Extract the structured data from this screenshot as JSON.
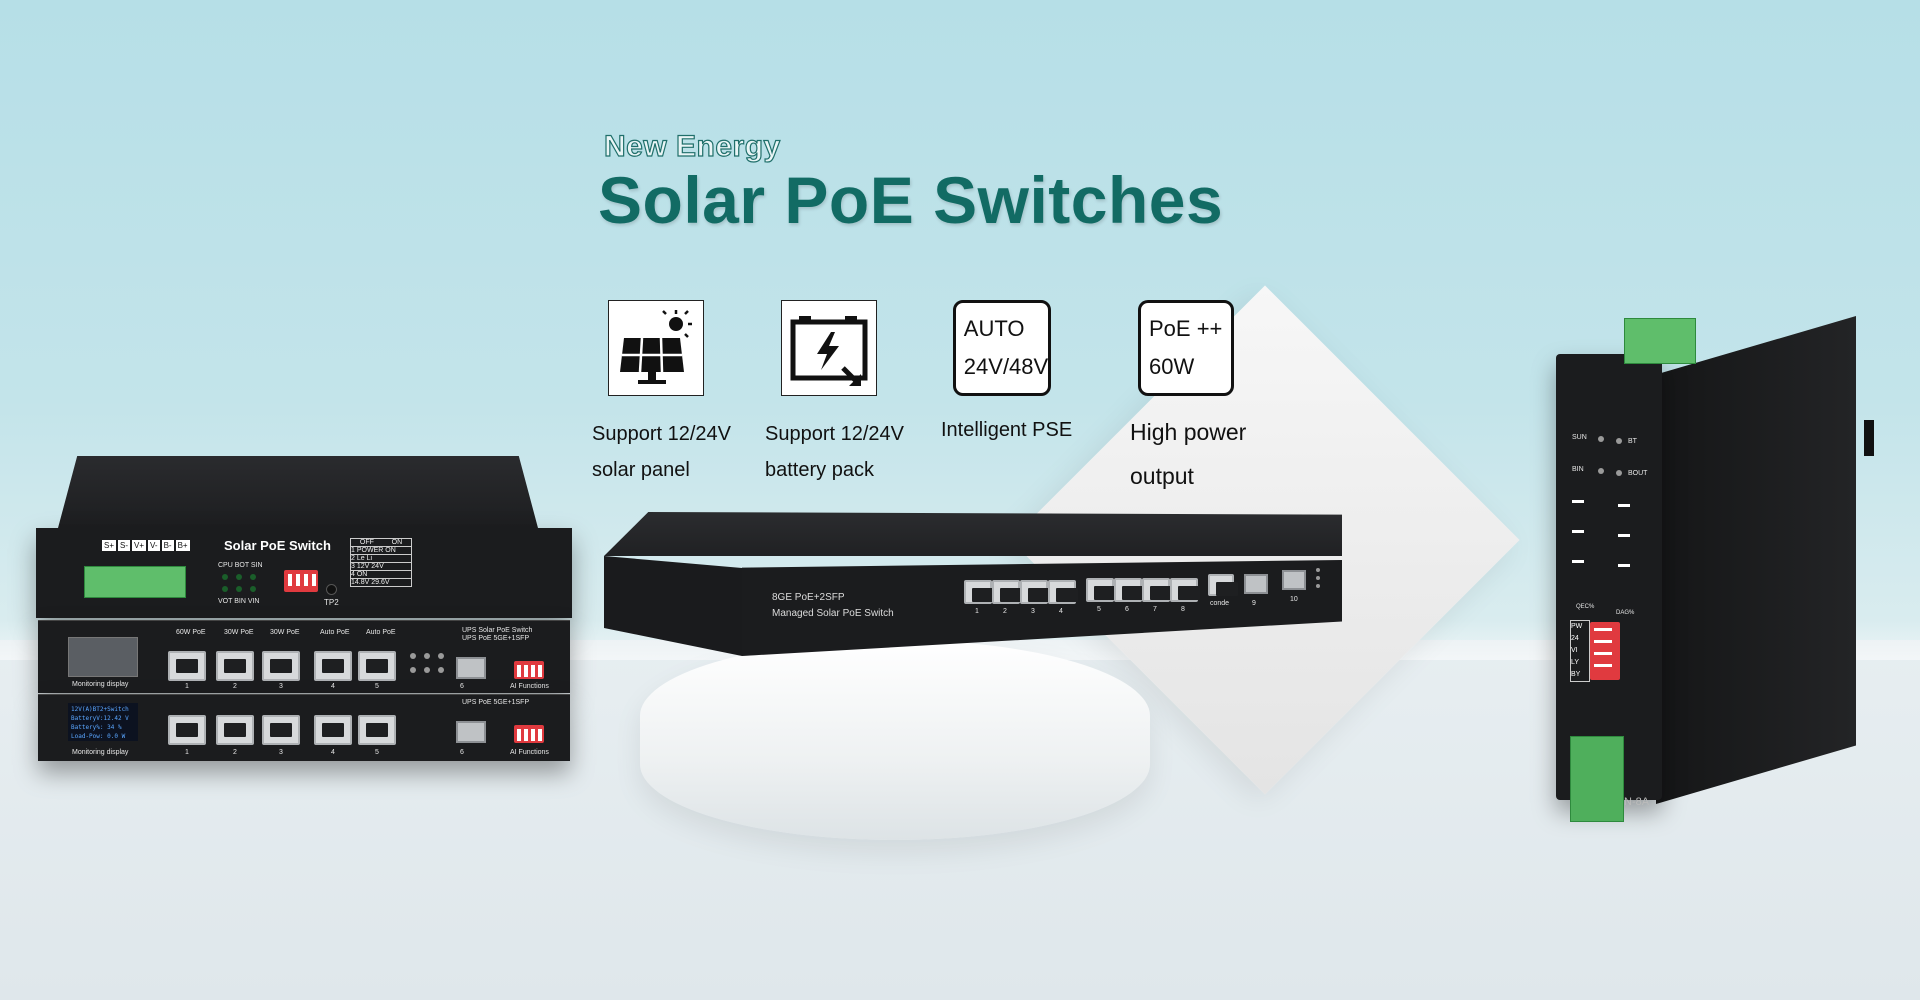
{
  "banner": {
    "eyebrow": "New Energy",
    "title": "Solar PoE Switches"
  },
  "features": [
    {
      "icon": "solar-panel-icon",
      "line1": "Support 12/24V",
      "line2": "solar panel"
    },
    {
      "icon": "battery-charge-icon",
      "line1": "Support 12/24V",
      "line2": "battery pack"
    },
    {
      "icon": "auto-voltage-icon",
      "icon_text1": "AUTO",
      "icon_text2": "24V/48V",
      "line1": "Intelligent PSE"
    },
    {
      "icon": "poe-power-icon",
      "icon_text1": "PoE ++",
      "icon_text2": "60W",
      "line1": "High power",
      "line2": "output"
    }
  ],
  "left_device": {
    "top_label": "Solar PoE Switch",
    "terminals": [
      "S+",
      "S-",
      "V+",
      "V-",
      "B-",
      "B+"
    ],
    "led_labels_top": "CPU BOT SIN",
    "led_labels_bottom": "VOT BIN VIN",
    "tp_label": "TP2",
    "table_header": [
      "OFF",
      "ON"
    ],
    "table_rows": [
      [
        "1",
        "POWER ON"
      ],
      [
        "2",
        "Le",
        "Li"
      ],
      [
        "3",
        "12V",
        "24V"
      ],
      [
        "4",
        "ON"
      ],
      [
        "",
        "14.8V",
        "29.6V"
      ]
    ],
    "unit1": {
      "monitor_label": "Monitoring   display",
      "port_headers": [
        "60W PoE",
        "30W PoE",
        "30W PoE",
        "Auto PoE",
        "Auto PoE"
      ],
      "model": "UPS Solar PoE Switch",
      "model_sub": "UPS PoE 5GE+1SFP",
      "port_numbers": [
        "1",
        "2",
        "3",
        "4",
        "5",
        "6"
      ],
      "ai_label": "AI Functions"
    },
    "unit2": {
      "screen_lines": [
        "12V(A)BT2+Switch",
        "BatteryV:12.42 V",
        "Battery%:  34 %",
        "Load-Pow:  0.0 W"
      ],
      "monitor_label": "Monitoring   display",
      "model_sub": "UPS PoE 5GE+1SFP",
      "port_numbers": [
        "1",
        "2",
        "3",
        "4",
        "5",
        "6"
      ],
      "ai_label": "AI Functions"
    }
  },
  "center_device": {
    "line1": "8GE PoE+2SFP",
    "line2": "Managed Solar PoE Switch",
    "port_numbers": [
      "1",
      "2",
      "3",
      "4",
      "5",
      "6",
      "7",
      "8"
    ],
    "console_label": "conde",
    "sfp_numbers": [
      "9",
      "10"
    ]
  },
  "right_device": {
    "labels_left": [
      "SUN",
      "BIN"
    ],
    "labels_right": [
      "BT",
      "BOUT"
    ],
    "mid_labels": [
      "QEC%",
      "DAG%"
    ],
    "dip_labels": [
      "PW",
      "24",
      "VI",
      "LY",
      "BY"
    ],
    "model_fragment": "N-8A"
  },
  "colors": {
    "title": "#126b64",
    "device_body": "#1b1c1e",
    "terminal_green": "#5fbe6b",
    "dip_red": "#e03a3f",
    "screen_blue": "#5aa6ff"
  }
}
